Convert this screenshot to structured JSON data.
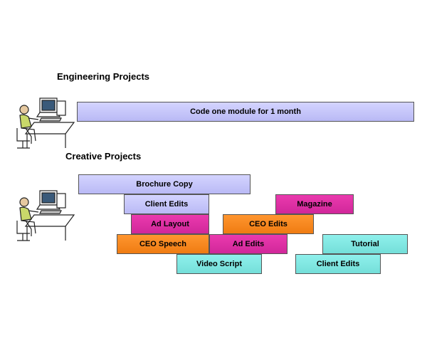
{
  "engineering": {
    "heading": "Engineering Projects",
    "icon": "person-at-computer-icon",
    "bars": [
      {
        "label": "Code one module for 1 month",
        "color": "lavender"
      }
    ]
  },
  "creative": {
    "heading": "Creative Projects",
    "icon": "person-at-computer-icon",
    "bars": [
      {
        "label": "Brochure Copy",
        "color": "lavender"
      },
      {
        "label": "Client Edits",
        "color": "lavender"
      },
      {
        "label": "Magazine",
        "color": "pink"
      },
      {
        "label": "Ad Layout",
        "color": "pink"
      },
      {
        "label": "CEO Edits",
        "color": "orange"
      },
      {
        "label": "CEO Speech",
        "color": "orange"
      },
      {
        "label": "Ad Edits",
        "color": "pink"
      },
      {
        "label": "Tutorial",
        "color": "teal"
      },
      {
        "label": "Video Script",
        "color": "teal"
      },
      {
        "label": "Client Edits",
        "color": "teal"
      }
    ]
  },
  "colors": {
    "lavender": "#c6c6fb",
    "pink": "#e030a6",
    "orange": "#f7891f",
    "teal": "#80e8e2"
  }
}
